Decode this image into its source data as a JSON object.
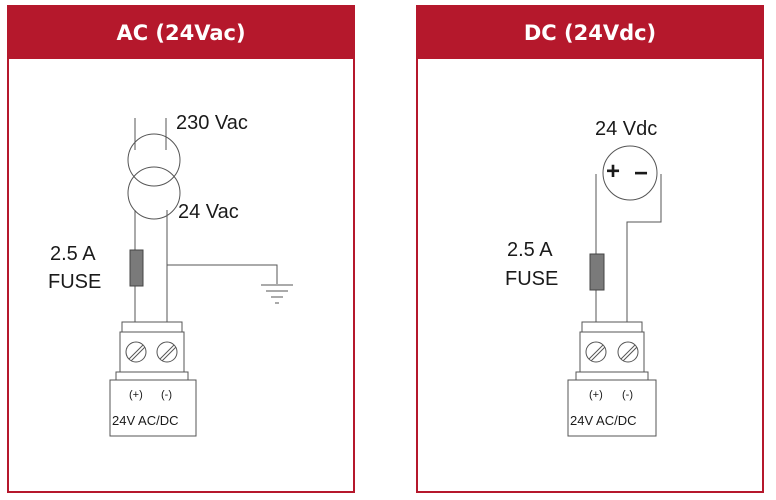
{
  "ac": {
    "title": "AC (24Vac)",
    "primary_label": "230 Vac",
    "secondary_label": "24 Vac",
    "fuse_label_line1": "2.5 A",
    "fuse_label_line2": "FUSE",
    "plus_mark": "(+)",
    "minus_mark": "(-)",
    "terminal_label": "24V AC/DC"
  },
  "dc": {
    "title": "DC (24Vdc)",
    "source_label": "24 Vdc",
    "source_plus": "+",
    "source_minus": "−",
    "fuse_label_line1": "2.5 A",
    "fuse_label_line2": "FUSE",
    "plus_mark": "(+)",
    "minus_mark": "(-)",
    "terminal_label": "24V AC/DC"
  },
  "colors": {
    "accent": "#b5182c",
    "line": "#555555",
    "fuse": "#7a7a7a"
  }
}
